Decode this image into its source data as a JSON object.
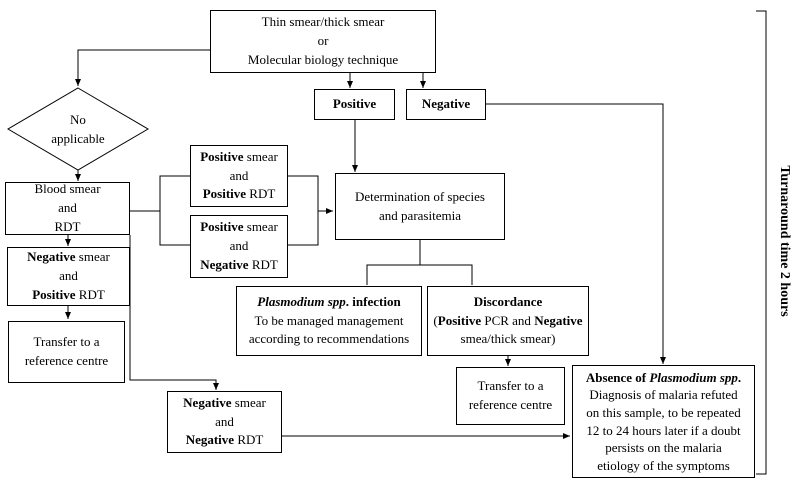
{
  "start": {
    "line1": "Thin smear/thick smear",
    "line2": "or",
    "line3": "Molecular biology technique"
  },
  "positive": {
    "label": "Positive"
  },
  "negative": {
    "label": "Negative"
  },
  "not_applicable": {
    "line1": "No",
    "line2": "applicable"
  },
  "blood_smear": {
    "line1": "Blood smear",
    "line2": "and",
    "line3": "RDT"
  },
  "pos_pos": {
    "b1": "Positive",
    "t1": " smear",
    "and": "and",
    "b2": "Positive",
    "t2": " RDT"
  },
  "pos_neg": {
    "b1": "Positive",
    "t1": " smear",
    "and": "and",
    "b2": "Negative",
    "t2": " RDT"
  },
  "neg_pos": {
    "b1": "Negative",
    "t1": " smear",
    "and": "and",
    "b2": "Positive",
    "t2": " RDT"
  },
  "neg_neg": {
    "b1": "Negative",
    "t1": " smear",
    "and": "and",
    "b2": "Negative",
    "t2": " RDT"
  },
  "determination": {
    "line1": "Determination of species",
    "line2": "and parasitemia"
  },
  "infection": {
    "title_italic": "Plasmodium spp",
    "title_rest": ". infection",
    "line2": "To be managed management",
    "line3": "according to recommendations"
  },
  "discordance": {
    "title": "Discordance",
    "p_open": "(",
    "b1": "Positive",
    "t1": " PCR and ",
    "b2": "Negative",
    "line3": "smea/thick smear)"
  },
  "transfer_left": {
    "line1": "Transfer to a",
    "line2": "reference centre"
  },
  "transfer_right": {
    "line1": "Transfer to a",
    "line2": "reference centre"
  },
  "absence": {
    "title_prefix": "Absence of ",
    "title_italic": "Plasmodium spp",
    "title_suffix": ".",
    "line2": "Diagnosis of malaria refuted",
    "line3": "on this sample, to be repeated",
    "line4": "12 to 24 hours later if a doubt",
    "line5": "persists on the malaria",
    "line6": "etiology of the symptoms"
  },
  "turnaround": {
    "label": "Turnaround time 2 hours"
  }
}
